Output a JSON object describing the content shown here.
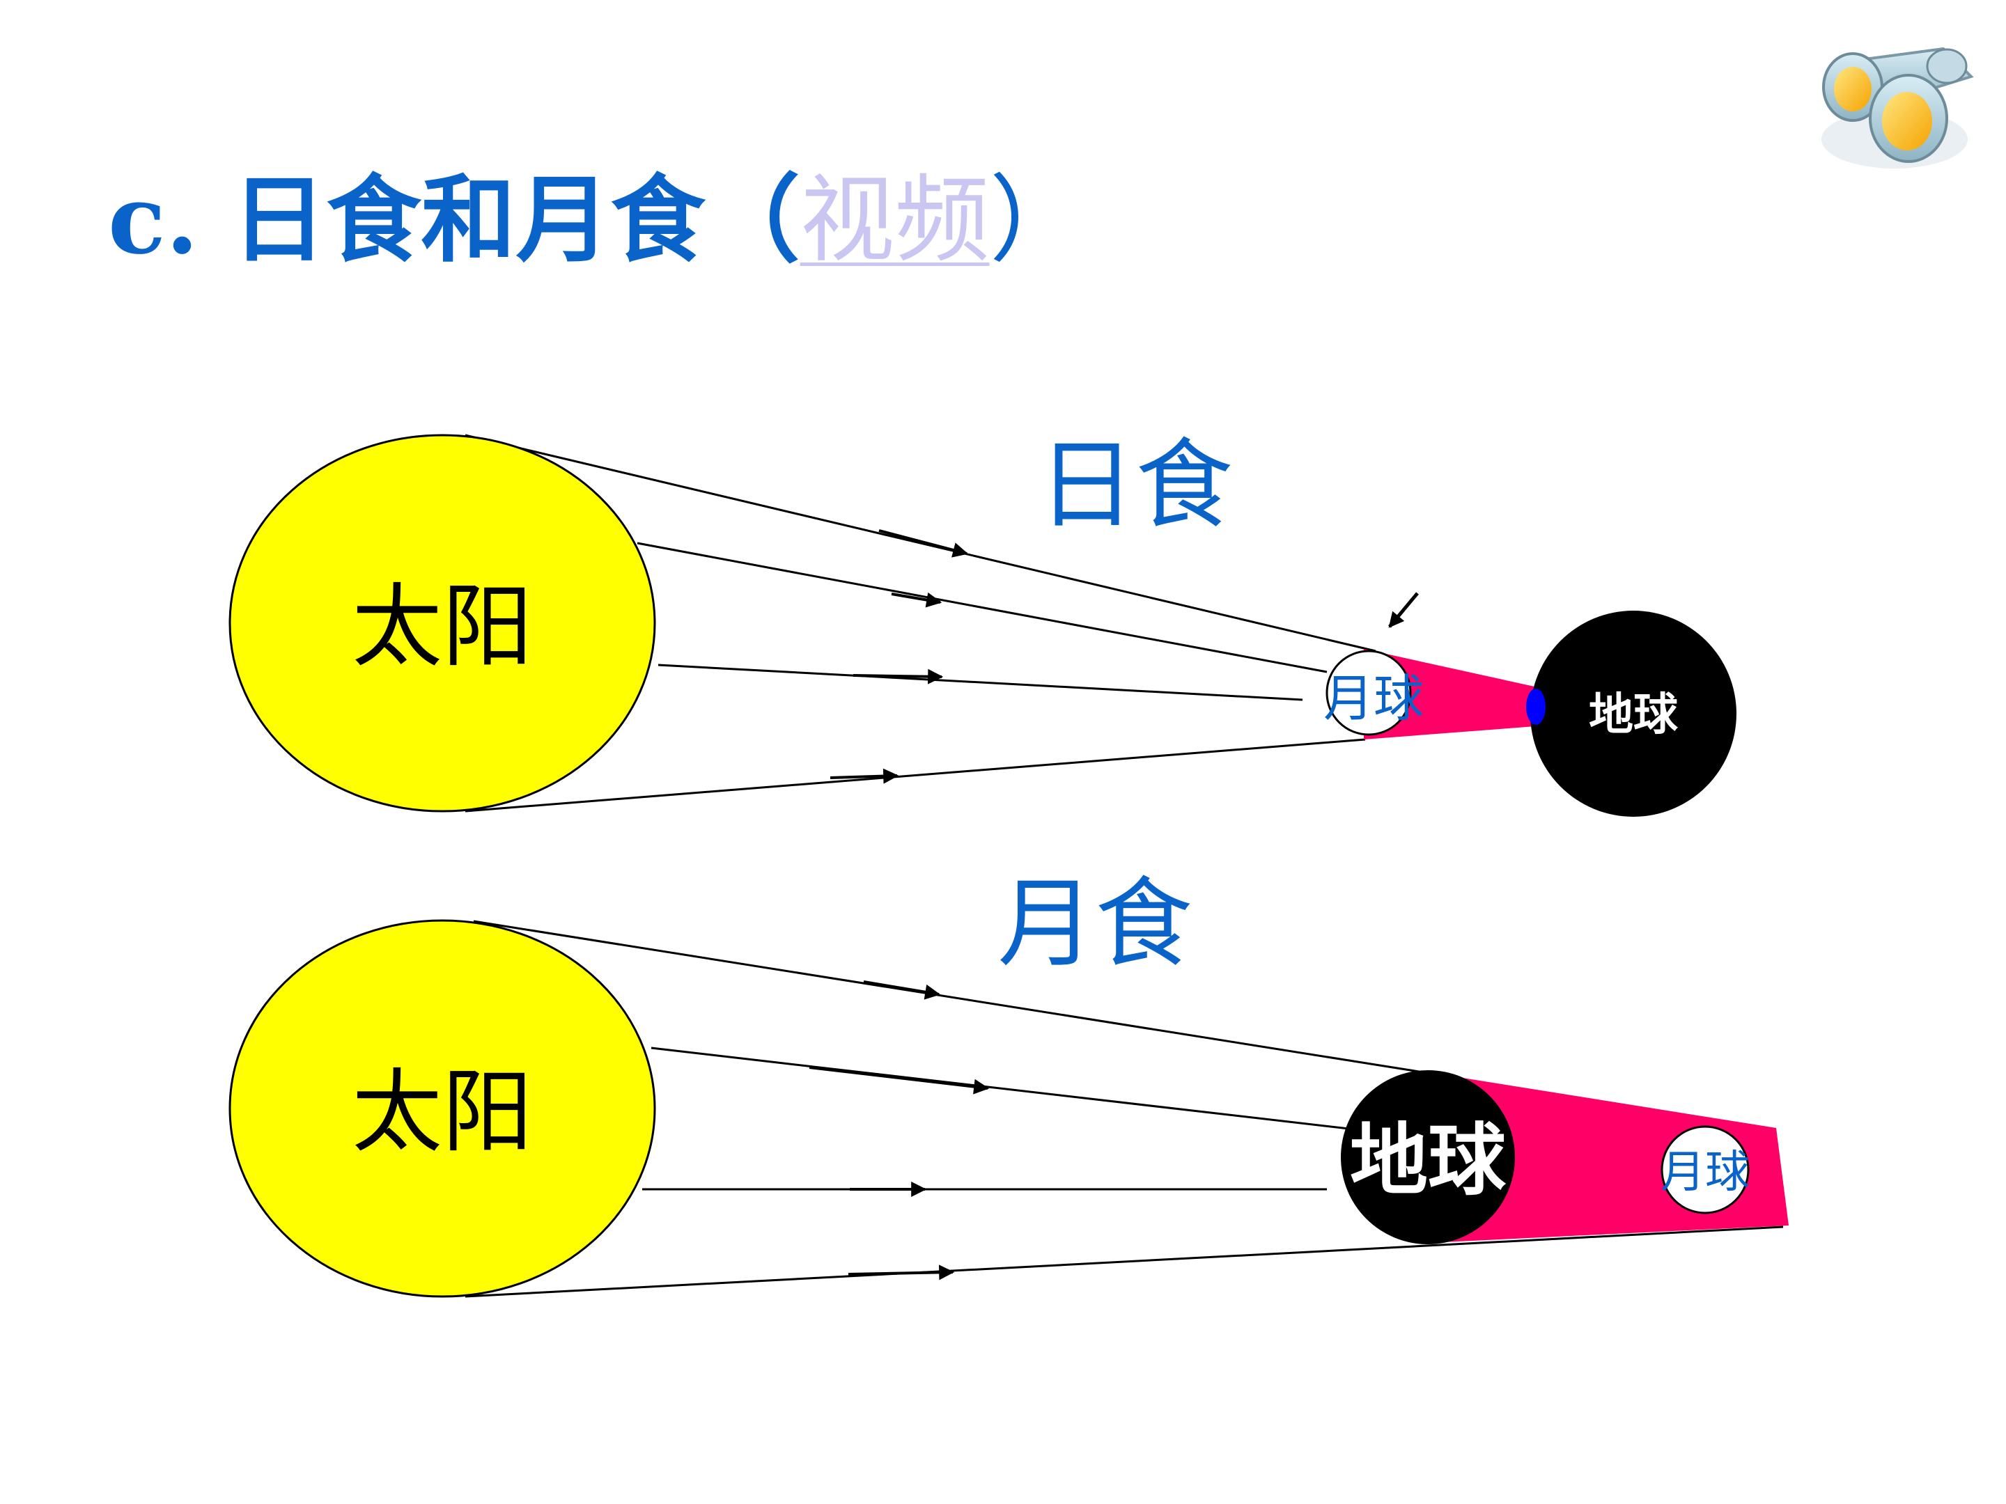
{
  "slide": {
    "title_prefix": "c. 日食和月食（",
    "title_link": "视频",
    "title_suffix": "）",
    "icon": "binoculars-icon"
  },
  "solar_eclipse": {
    "heading": "日食",
    "sun_label": "太阳",
    "moon_label": "月球",
    "earth_label": "地球"
  },
  "lunar_eclipse": {
    "heading": "月食",
    "sun_label": "太阳",
    "earth_label": "地球",
    "moon_label": "月球"
  },
  "colors": {
    "title": "#0a63c9",
    "link": "#c9c6f2",
    "sun": "#ffff00",
    "shadow": "#ff0066",
    "earth": "#000000",
    "shadow_spot": "#0000ff",
    "label_blue": "#0a63c9"
  }
}
